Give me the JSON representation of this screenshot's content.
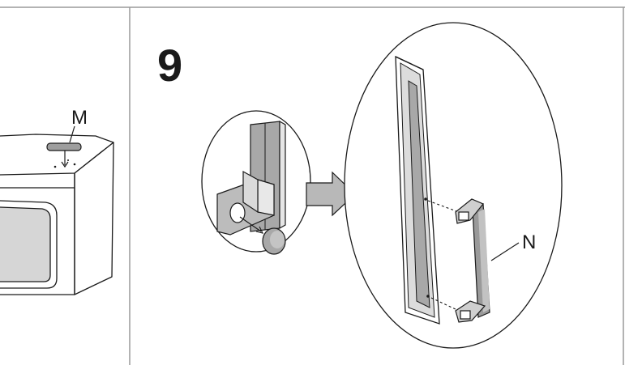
{
  "manual": {
    "left_panel": {
      "callout_label": "M"
    },
    "right_panel": {
      "step_number": "9",
      "callout_label": "N"
    },
    "colors": {
      "line": "#1a1a1a",
      "frame": "#9a9a9a",
      "metal_gray": "#a8a8a8",
      "light_gray": "#d0d0d0",
      "arrow_fill": "#b8b8b8"
    }
  }
}
